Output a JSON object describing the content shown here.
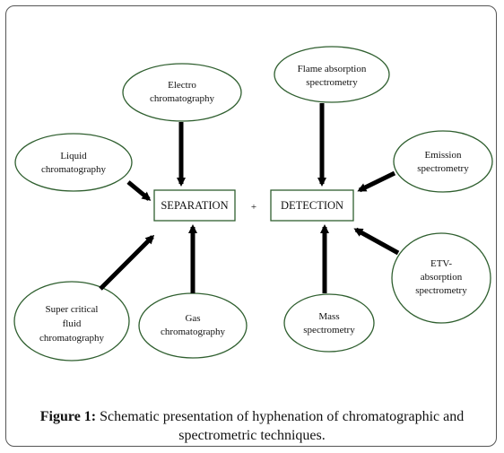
{
  "diagram": {
    "center_boxes": {
      "separation": "SEPARATION",
      "plus": "+",
      "detection": "DETECTION"
    },
    "separation_inputs": {
      "electro": [
        "Electro",
        "chromatography"
      ],
      "liquid": [
        "Liquid",
        "chromatography"
      ],
      "supercritical": [
        "Super critical",
        "fluid",
        "chromatography"
      ],
      "gas": [
        "Gas",
        "chromatography"
      ]
    },
    "detection_inputs": {
      "flame": [
        "Flame absorption",
        "spectrometry"
      ],
      "emission": [
        "Emission",
        "spectrometry"
      ],
      "etv": [
        "ETV-",
        "absorption",
        "spectrometry"
      ],
      "mass": [
        "Mass",
        "spectrometry"
      ]
    }
  },
  "caption": {
    "label": "Figure 1:",
    "text": " Schematic presentation of hyphenation of chromatographic and spectrometric techniques."
  }
}
